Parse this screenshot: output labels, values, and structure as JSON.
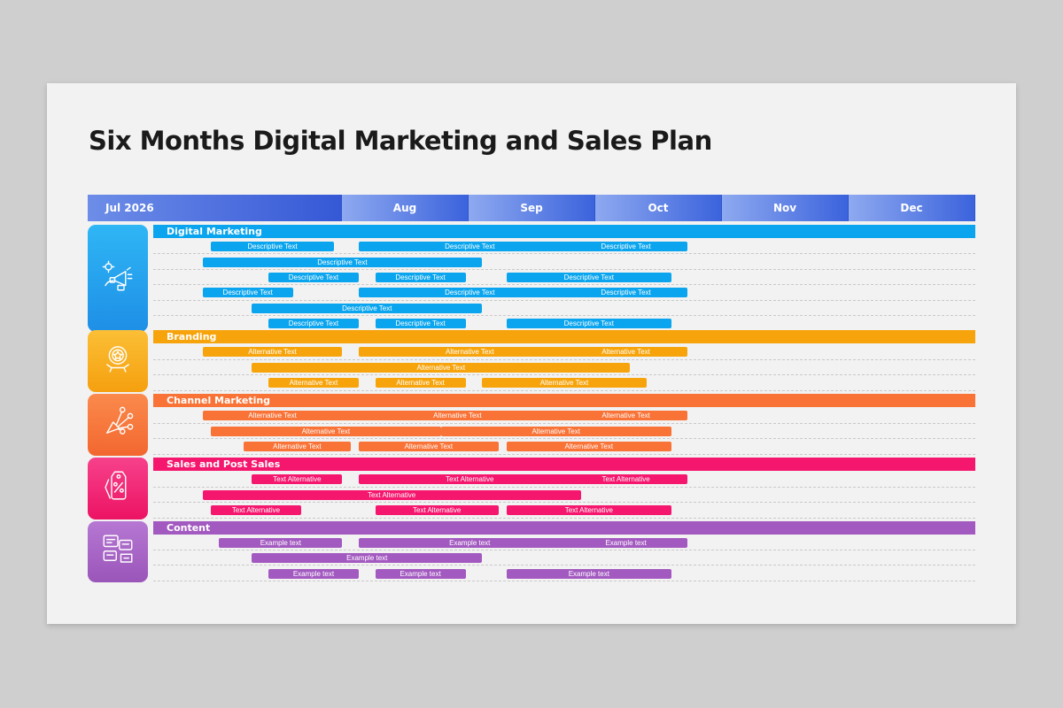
{
  "title": "Six Months Digital Marketing and Sales Plan",
  "months": [
    "Jul 2026",
    "Aug",
    "Sep",
    "Oct",
    "Nov",
    "Dec"
  ],
  "sections": [
    {
      "name": "Digital Marketing",
      "icon": "megaphone-icon",
      "color": "#0aa5ee",
      "icon_gradient": [
        "#2fb6f5",
        "#1e8fe6"
      ],
      "rows": [
        [
          [
            0.07,
            0.15,
            "Descriptive Text"
          ],
          [
            0.25,
            0.27,
            "Descriptive Text"
          ],
          [
            0.5,
            0.15,
            "Descriptive Text"
          ]
        ],
        [
          [
            0.06,
            0.34,
            "Descriptive Text"
          ]
        ],
        [
          [
            0.14,
            0.11,
            "Descriptive Text"
          ],
          [
            0.27,
            0.11,
            "Descriptive Text"
          ],
          [
            0.43,
            0.2,
            "Descriptive Text"
          ]
        ],
        [
          [
            0.06,
            0.11,
            "Descriptive Text"
          ],
          [
            0.25,
            0.27,
            "Descriptive Text"
          ],
          [
            0.5,
            0.15,
            "Descriptive Text"
          ]
        ],
        [
          [
            0.12,
            0.28,
            "Descriptive Text"
          ]
        ],
        [
          [
            0.14,
            0.11,
            "Descriptive Text"
          ],
          [
            0.27,
            0.11,
            "Descriptive Text"
          ],
          [
            0.43,
            0.2,
            "Descriptive Text"
          ]
        ]
      ]
    },
    {
      "name": "Branding",
      "icon": "award-badge-icon",
      "color": "#f7a40c",
      "icon_gradient": [
        "#fbbf36",
        "#f5a00f"
      ],
      "rows": [
        [
          [
            0.06,
            0.17,
            "Alternative Text"
          ],
          [
            0.25,
            0.27,
            "Alternative Text"
          ],
          [
            0.5,
            0.15,
            "Alternative Text"
          ]
        ],
        [
          [
            0.12,
            0.46,
            "Alternative Text"
          ]
        ],
        [
          [
            0.14,
            0.11,
            "Alternative Text"
          ],
          [
            0.27,
            0.11,
            "Alternative Text"
          ],
          [
            0.4,
            0.2,
            "Alternative Text"
          ]
        ]
      ]
    },
    {
      "name": "Channel Marketing",
      "icon": "network-broadcast-icon",
      "color": "#f97236",
      "icon_gradient": [
        "#fb8a4c",
        "#f2672f"
      ],
      "rows": [
        [
          [
            0.06,
            0.17,
            "Alternative Text"
          ],
          [
            0.22,
            0.3,
            "Alternative Text"
          ],
          [
            0.5,
            0.15,
            "Alternative Text"
          ]
        ],
        [
          [
            0.07,
            0.28,
            "Alternative Text"
          ],
          [
            0.35,
            0.28,
            "Alternative Text"
          ]
        ],
        [
          [
            0.11,
            0.13,
            "Alternative Text"
          ],
          [
            0.25,
            0.17,
            "Alternative Text"
          ],
          [
            0.43,
            0.2,
            "Alternative Text"
          ]
        ]
      ]
    },
    {
      "name": "Sales and Post Sales",
      "icon": "discount-tag-icon",
      "color": "#f5166e",
      "icon_gradient": [
        "#f7418b",
        "#ec1363"
      ],
      "rows": [
        [
          [
            0.12,
            0.11,
            "Text Alternative"
          ],
          [
            0.25,
            0.27,
            "Text Alternative"
          ],
          [
            0.5,
            0.15,
            "Text Alternative"
          ]
        ],
        [
          [
            0.06,
            0.46,
            "Text Alternative"
          ]
        ],
        [
          [
            0.07,
            0.11,
            "Text Alternative"
          ],
          [
            0.27,
            0.15,
            "Text Alternative"
          ],
          [
            0.43,
            0.2,
            "Text Alternative"
          ]
        ]
      ]
    },
    {
      "name": "Content",
      "icon": "content-chat-icon",
      "color": "#a35ac0",
      "icon_gradient": [
        "#b678d3",
        "#9a55b9"
      ],
      "rows": [
        [
          [
            0.08,
            0.15,
            "Example text"
          ],
          [
            0.25,
            0.27,
            "Example text"
          ],
          [
            0.5,
            0.15,
            "Example text"
          ]
        ],
        [
          [
            0.12,
            0.28,
            "Example text"
          ]
        ],
        [
          [
            0.14,
            0.11,
            "Example text"
          ],
          [
            0.27,
            0.11,
            "Example text"
          ],
          [
            0.43,
            0.2,
            "Example text"
          ]
        ]
      ]
    }
  ]
}
